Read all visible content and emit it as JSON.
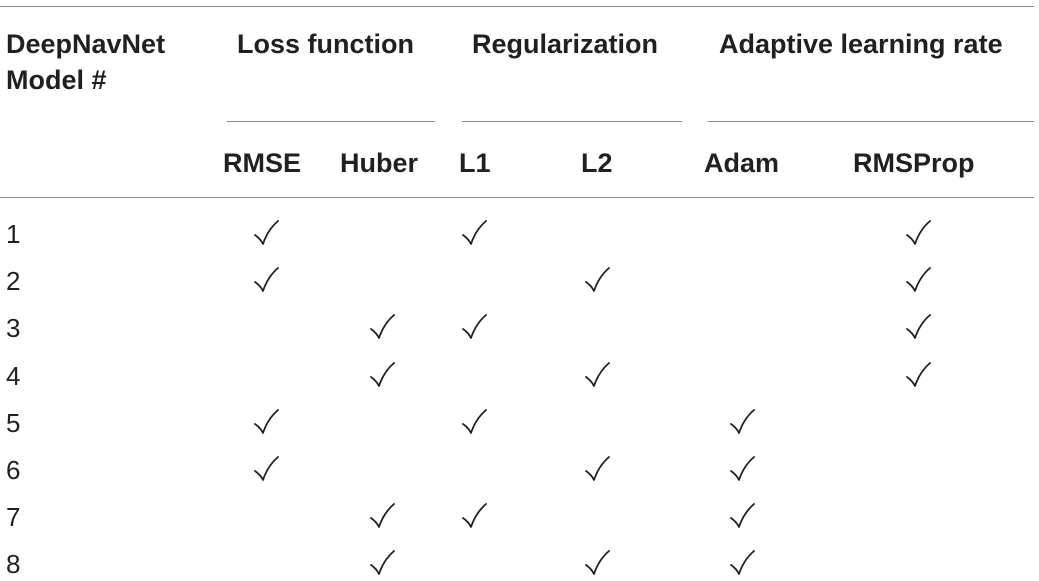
{
  "table": {
    "header": {
      "model_label_line1": "DeepNavNet",
      "model_label_line2": "Model #",
      "groups": [
        {
          "label": "Loss function",
          "columns": [
            "RMSE",
            "Huber"
          ]
        },
        {
          "label": "Regularization",
          "columns": [
            "L1",
            "L2"
          ]
        },
        {
          "label": "Adaptive learning rate",
          "columns": [
            "Adam",
            "RMSProp"
          ]
        }
      ]
    },
    "check_glyph": "✓",
    "rows": [
      {
        "model": "1",
        "RMSE": true,
        "Huber": false,
        "L1": true,
        "L2": false,
        "Adam": false,
        "RMSProp": true
      },
      {
        "model": "2",
        "RMSE": true,
        "Huber": false,
        "L1": false,
        "L2": true,
        "Adam": false,
        "RMSProp": true
      },
      {
        "model": "3",
        "RMSE": false,
        "Huber": true,
        "L1": true,
        "L2": false,
        "Adam": false,
        "RMSProp": true
      },
      {
        "model": "4",
        "RMSE": false,
        "Huber": true,
        "L1": false,
        "L2": true,
        "Adam": false,
        "RMSProp": true
      },
      {
        "model": "5",
        "RMSE": true,
        "Huber": false,
        "L1": true,
        "L2": false,
        "Adam": true,
        "RMSProp": false
      },
      {
        "model": "6",
        "RMSE": true,
        "Huber": false,
        "L1": false,
        "L2": true,
        "Adam": true,
        "RMSProp": false
      },
      {
        "model": "7",
        "RMSE": false,
        "Huber": true,
        "L1": true,
        "L2": false,
        "Adam": true,
        "RMSProp": false
      },
      {
        "model": "8",
        "RMSE": false,
        "Huber": true,
        "L1": false,
        "L2": true,
        "Adam": true,
        "RMSProp": false
      }
    ]
  }
}
